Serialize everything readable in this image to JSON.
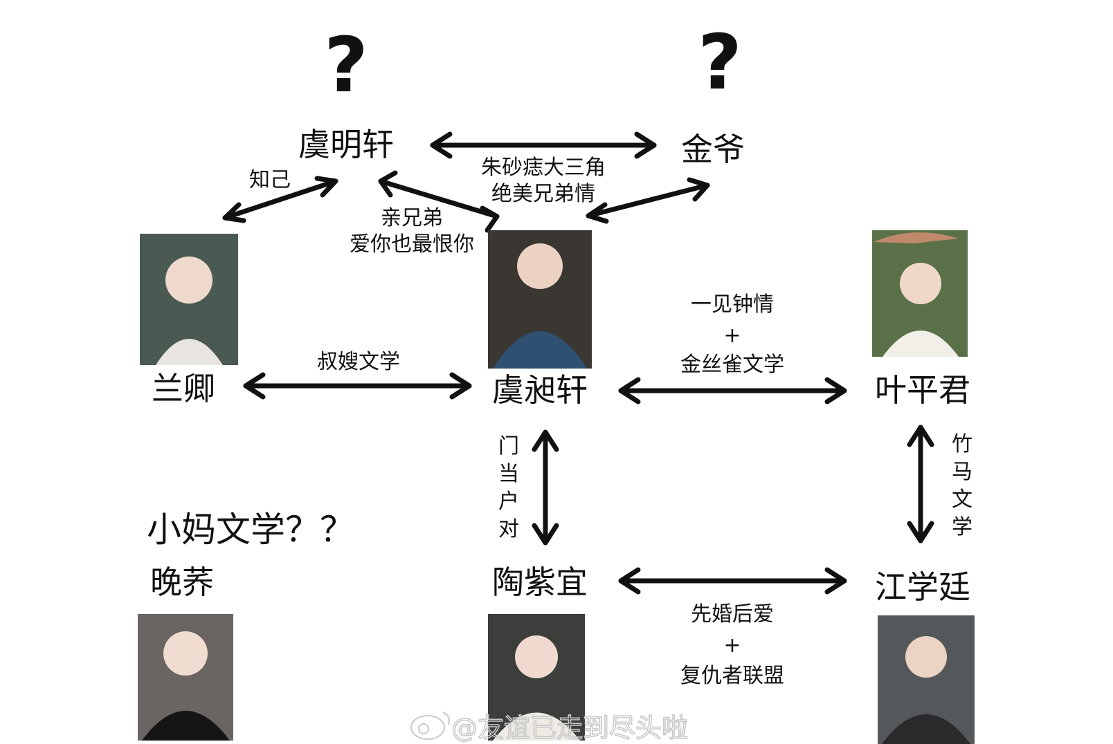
{
  "question_marks": [
    "?",
    "?"
  ],
  "names": {
    "yu_mingxuan": "虞明轩",
    "jin_ye": "金爷",
    "lan_qing": "兰卿",
    "yu_yixuan": "虞昶轩",
    "ye_pingjun": "叶平君",
    "tao_ziyi": "陶紫宜",
    "jiang_xueting": "江学廷",
    "wan_qiao": "晚荞"
  },
  "relations": {
    "zhiji": "知己",
    "brothers_line1": "亲兄弟",
    "brothers_line2": "爱你也最恨你",
    "triangle_line1": "朱砂痣大三角",
    "triangle_line2": "绝美兄弟情",
    "in_law": "叔嫂文学",
    "love_line1": "一见钟情",
    "love_plus": "+",
    "love_line2": "金丝雀文学",
    "match": "门当户对",
    "childhood": "竹马文学",
    "marriage_line1": "先婚后爱",
    "marriage_plus": "+",
    "marriage_line2": "复仇者联盟",
    "stepmother": "小妈文学？？"
  },
  "watermark": "@友谊已走到尽头啦",
  "portraits": {
    "lan_qing": {
      "bg": "#4a5a52",
      "accent": "#e8e4df"
    },
    "yu_yixuan": {
      "bg": "#3a3632",
      "accent": "#2f5070"
    },
    "ye_pingjun": {
      "bg": "#5a7048",
      "accent": "#f2efe8"
    },
    "wan_qiao": {
      "bg": "#6a6462",
      "accent": "#151515"
    },
    "tao_ziyi": {
      "bg": "#3c3e3c",
      "accent": "#eeeae4"
    },
    "jiang_xueting": {
      "bg": "#55585a",
      "accent": "#2a2a2c"
    }
  }
}
